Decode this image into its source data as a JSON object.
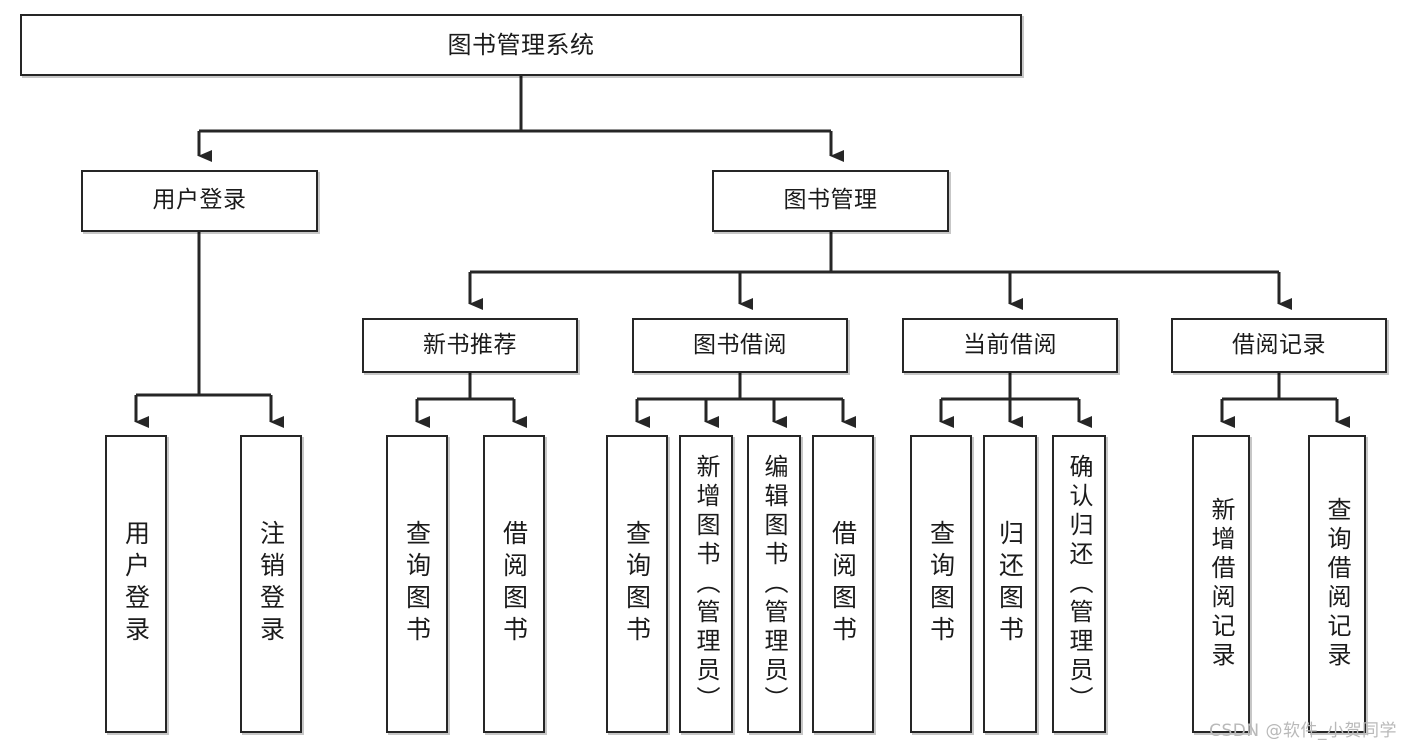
{
  "diagram": {
    "title": "图书管理系统",
    "type": "tree-hierarchy-chart",
    "watermark": "CSDN @软件_小贺同学",
    "colors": {
      "border": "#262626",
      "fill": "#ffffff",
      "text": "#1b1b1b",
      "watermark": "#b9b9b9"
    },
    "root": {
      "label": "图书管理系统"
    },
    "level2": [
      {
        "label": "用户登录"
      },
      {
        "label": "图书管理"
      }
    ],
    "level3": [
      {
        "label": "新书推荐"
      },
      {
        "label": "图书借阅"
      },
      {
        "label": "当前借阅"
      },
      {
        "label": "借阅记录"
      }
    ],
    "leaves": {
      "user_login": [
        {
          "label": "用户登录"
        },
        {
          "label": "注销登录"
        }
      ],
      "new_book": [
        {
          "label": "查询图书"
        },
        {
          "label": "借阅图书"
        }
      ],
      "book_borrow": [
        {
          "label": "查询图书"
        },
        {
          "label": "新增图书（管理员）"
        },
        {
          "label": "编辑图书（管理员）"
        },
        {
          "label": "借阅图书"
        }
      ],
      "current_borrow": [
        {
          "label": "查询图书"
        },
        {
          "label": "归还图书"
        },
        {
          "label": "确认归还（管理员）"
        }
      ],
      "borrow_record": [
        {
          "label": "新增借阅记录"
        },
        {
          "label": "查询借阅记录"
        }
      ]
    }
  }
}
